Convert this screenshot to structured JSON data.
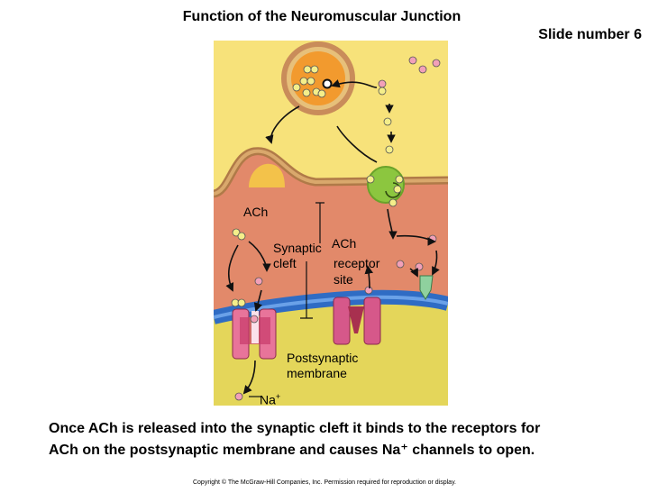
{
  "title": "Function of the Neuromuscular Junction",
  "slide_number": "Slide number 6",
  "labels": {
    "ach": "ACh",
    "synaptic_cleft_1": "Synaptic",
    "synaptic_cleft_2": "cleft",
    "ach_receptor_1": "ACh",
    "ach_receptor_2": "receptor",
    "ach_receptor_3": "site",
    "postsynaptic_1": "Postsynaptic",
    "postsynaptic_2": "membrane",
    "na": "Na",
    "na_charge": "+"
  },
  "caption": {
    "line1": "Once ACh is released into the synaptic cleft it binds to the receptors for",
    "line2": "ACh on the postsynaptic membrane and causes Na⁺ channels to open."
  },
  "copyright": "Copyright © The McGraw-Hill Companies, Inc. Permission required for reproduction or display.",
  "colors": {
    "axon_terminal": "#f7e27a",
    "synaptic_cleft": "#e2896a",
    "terminal_membrane": "#c98c5a",
    "vesicle": "#f29a2e",
    "muscle_membrane": "#2f6cc4",
    "sarcoplasm": "#e4d65a",
    "receptor_channel": "#c83a6a",
    "enzyme": "#8cc63f",
    "ach_molecule": "#f4ee8a",
    "choline_molecule": "#f2a0b8"
  }
}
